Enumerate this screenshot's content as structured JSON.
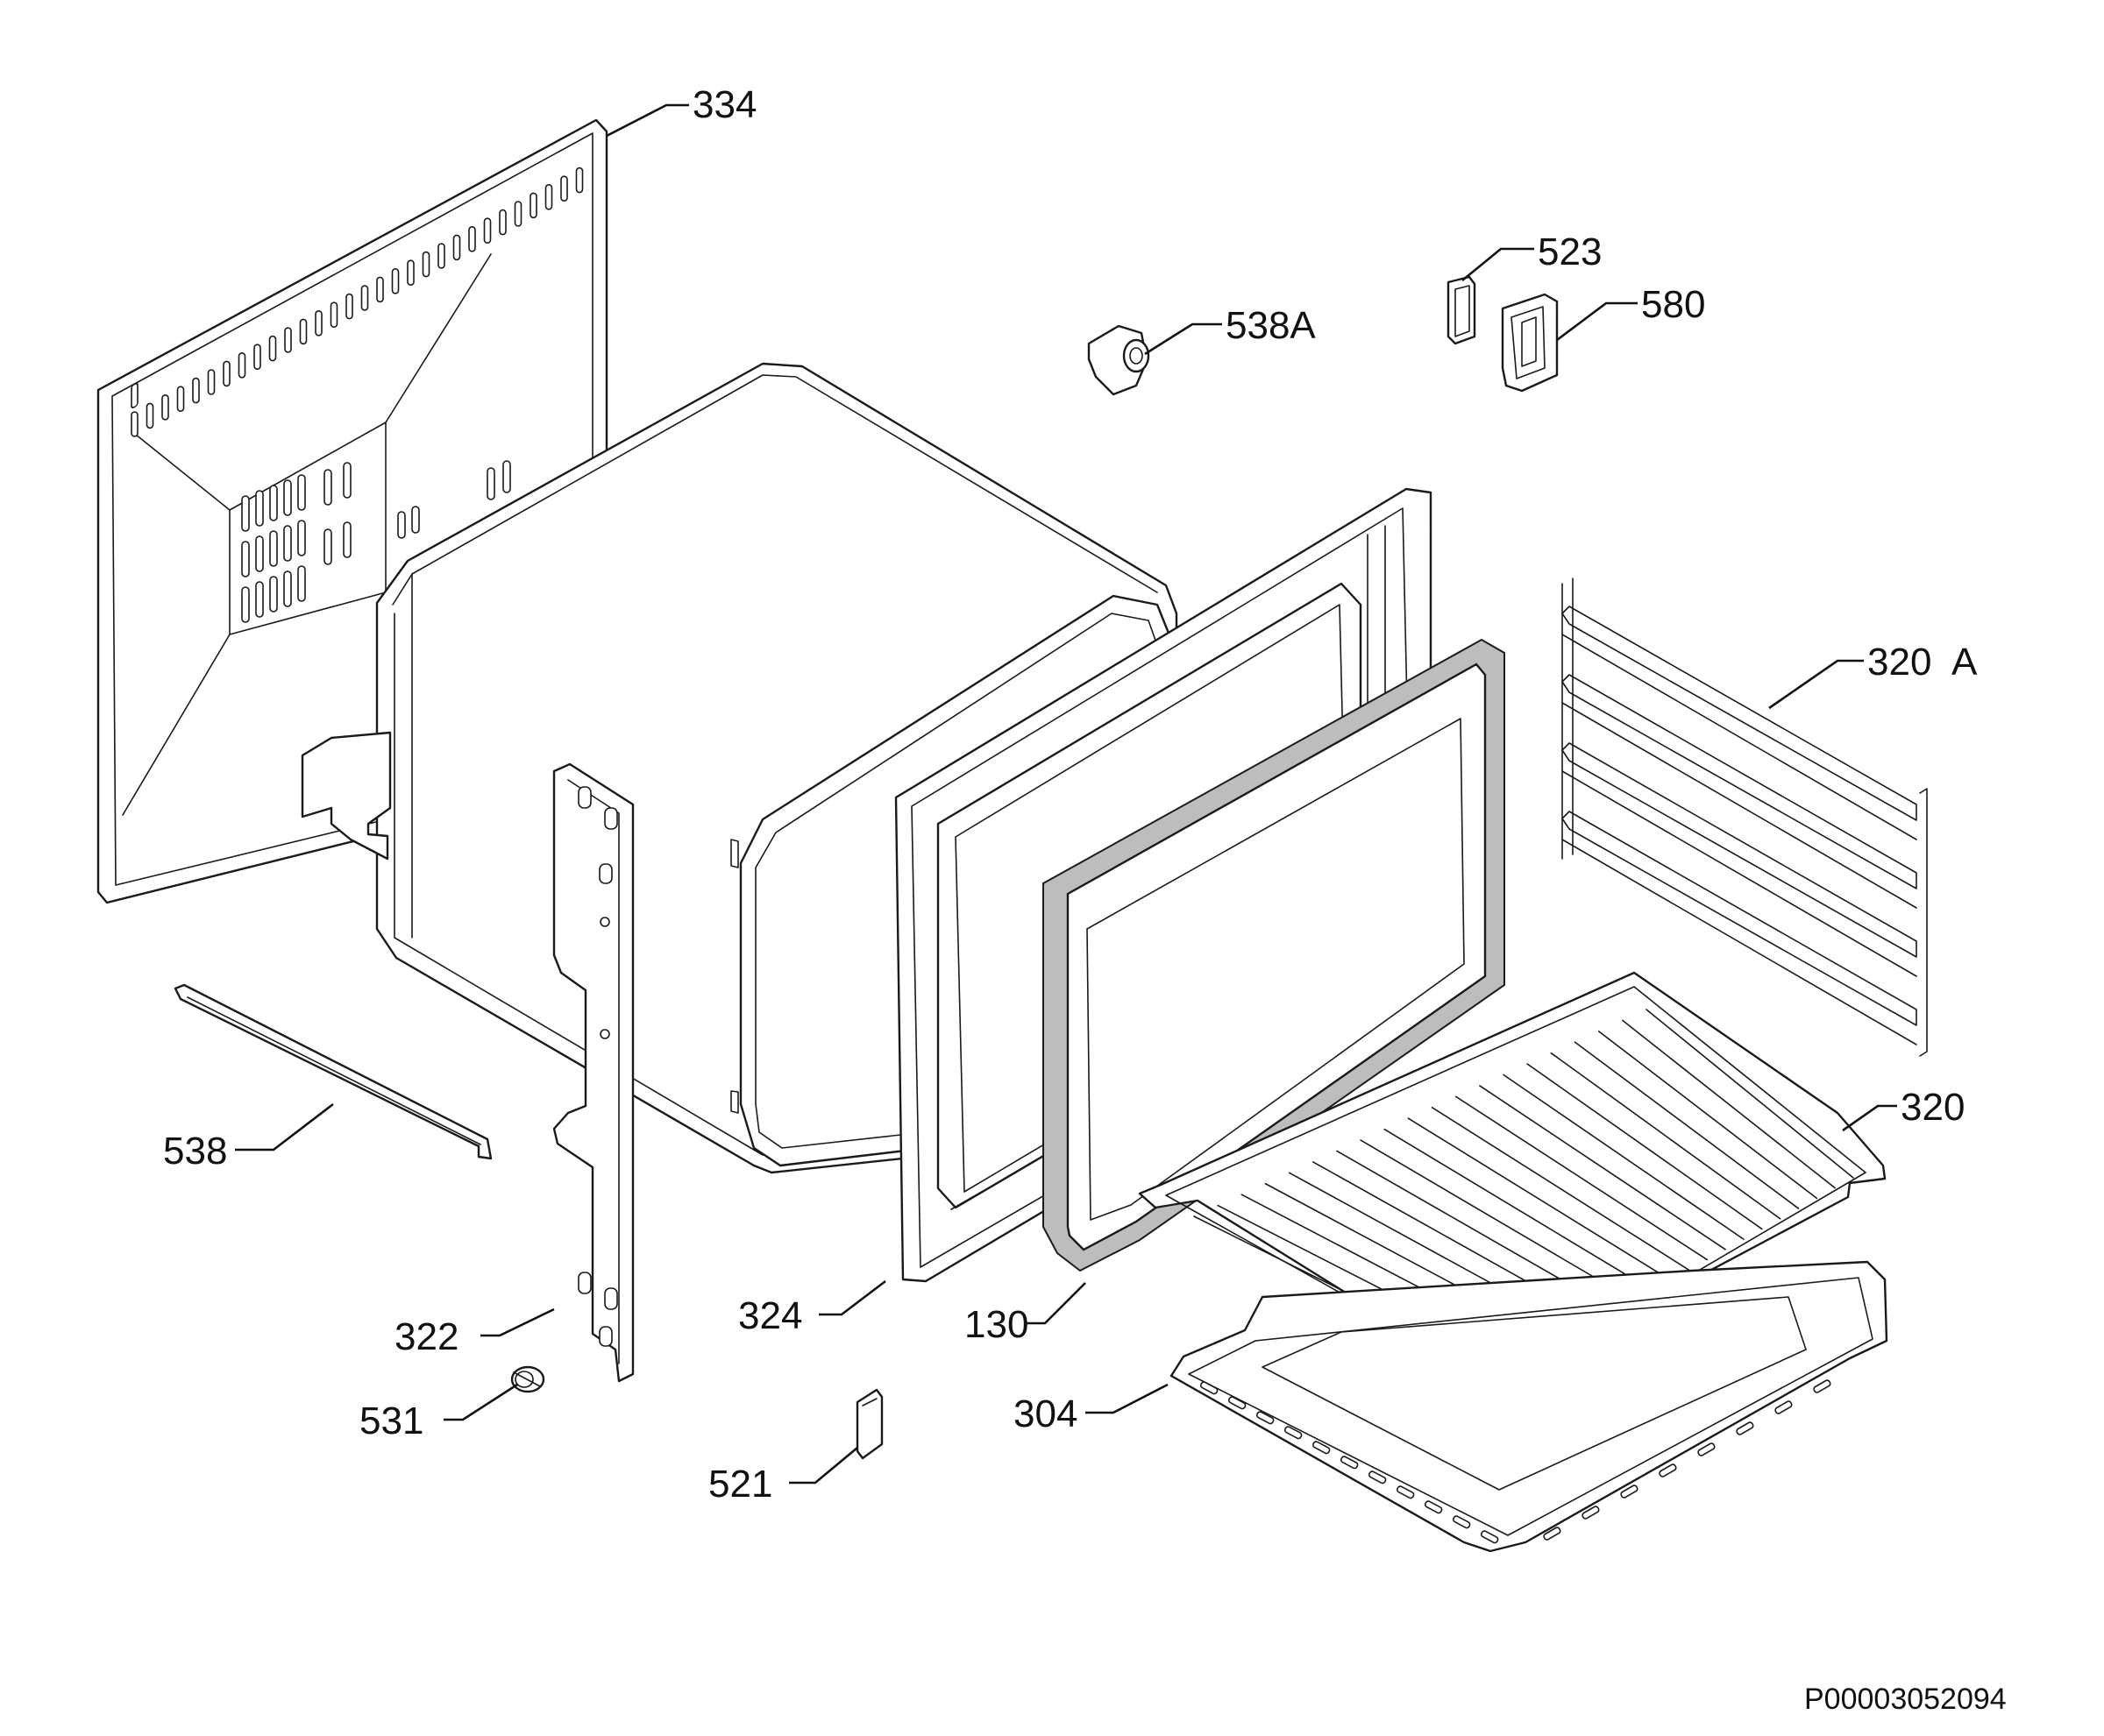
{
  "labels": {
    "l334": "334",
    "l523": "523",
    "l580": "580",
    "l538a": "538A",
    "l320a_num": "320",
    "l320a_suf": "A",
    "l320": "320",
    "l538": "538",
    "l322": "322",
    "l531": "531",
    "l324": "324",
    "l130": "130",
    "l304": "304",
    "l521": "521"
  },
  "drawing_code": "P00003052094",
  "colors": {
    "line": "#1a1a1a",
    "seal": "#bdbdbd",
    "background": "#ffffff"
  }
}
